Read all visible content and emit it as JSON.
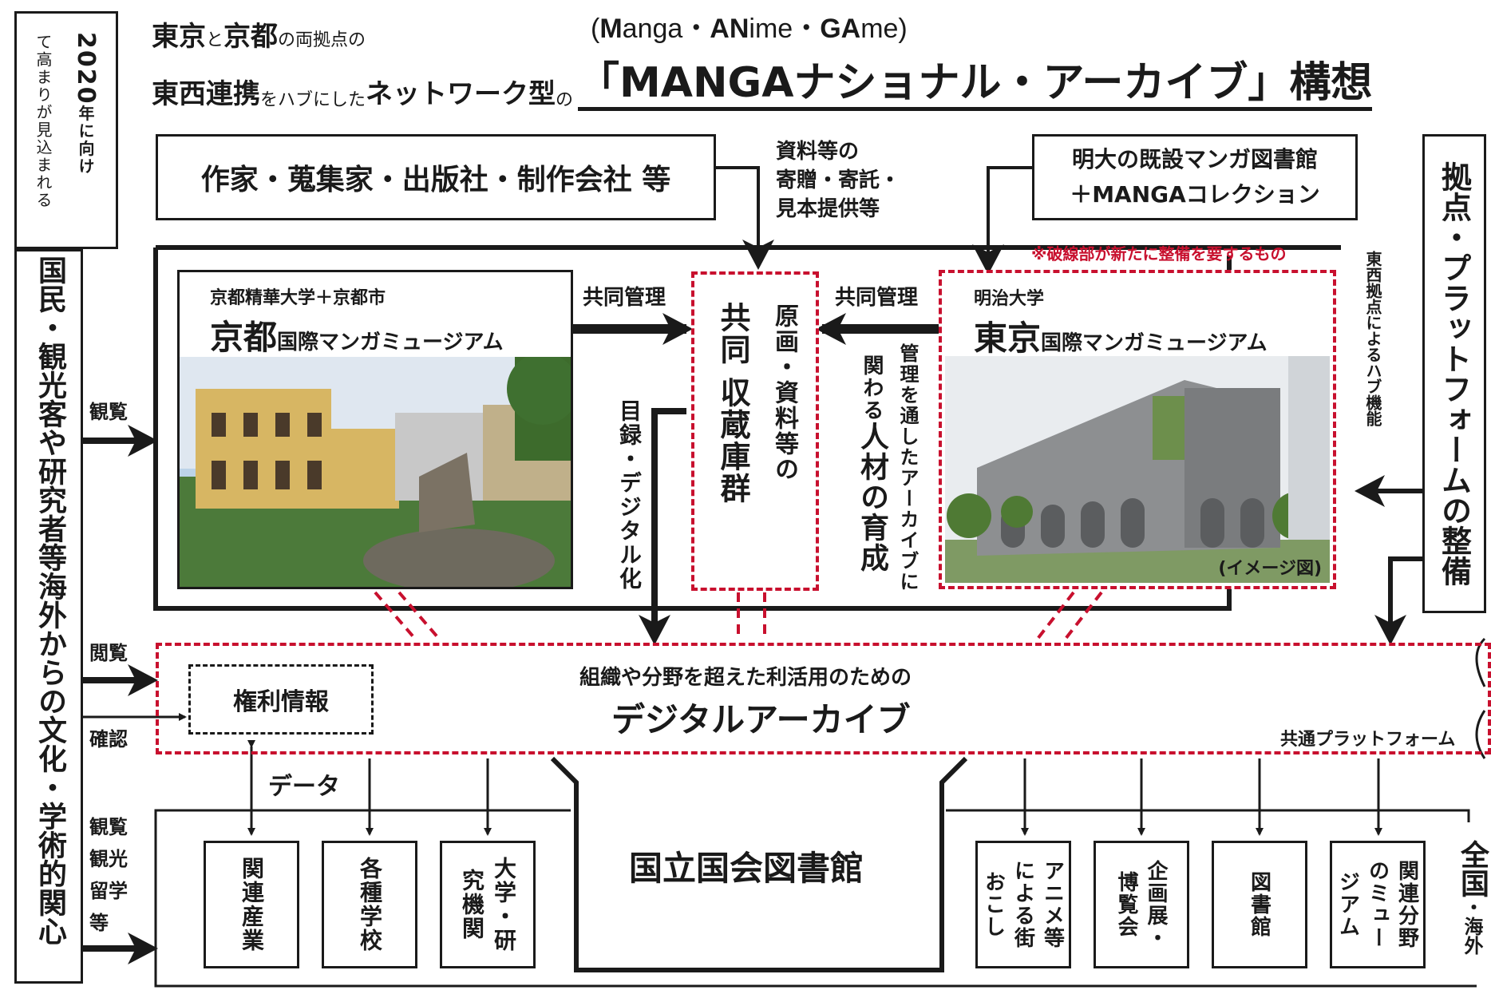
{
  "header": {
    "line1_a": "東京",
    "line1_to": "と",
    "line1_b": "京都",
    "line1_c": "の両拠点の",
    "subtitle_parts": [
      "(",
      "M",
      "anga・",
      "AN",
      "ime・",
      "GA",
      "me)"
    ],
    "line2_a": "東西連携",
    "line2_b": "をハブにした",
    "line2_c": "ネットワーク型",
    "line2_d": "の",
    "main_title": "「MANGAナショナル・アーカイブ」構想"
  },
  "left_column": {
    "top_text_1": "2020",
    "top_text_2": "年に向け",
    "top_text_3": "て高まりが見込まれる",
    "main_text": "国民・観光客や研究者等海外からの文化・学術的関心",
    "label_viewing1": "観覧",
    "label_browse": "閲覧",
    "label_confirm": "確認",
    "label_viewing2": "観覧",
    "label_tourism": "観光",
    "label_study": "留学",
    "label_etc": "等"
  },
  "top_boxes": {
    "creators": "作家・蒐集家・出版社・制作会社 等",
    "donation_note": [
      "資料等の",
      "寄贈・寄託・",
      "見本提供等"
    ],
    "meiji_library_1": "明大の既設マンガ図書館",
    "meiji_library_2": "＋MANGAコレクション",
    "red_note": "※破線部が新たに整備を要するもの"
  },
  "kyoto": {
    "org": "京都精華大学＋京都市",
    "city": "京都",
    "museum": "国際マンガミュージアム"
  },
  "tokyo": {
    "org": "明治大学",
    "city": "東京",
    "museum": "国際マンガミュージアム",
    "image_label": "(イメージ図)"
  },
  "center": {
    "joint_manage_left": "共同管理",
    "joint_manage_right": "共同管理",
    "storage_1": "共同",
    "storage_2": "収蔵庫群",
    "storage_sub": "原画・資料等の",
    "catalog": "目録・デジタル化",
    "training_1": "管理を通したアーカイブに",
    "training_2": "関わる",
    "training_3": "人材の育成"
  },
  "right_column": {
    "hub": "東西拠点によるハブ機能",
    "platform": "拠点・プラットフォームの整備"
  },
  "digital_archive": {
    "sub": "組織や分野を超えた利活用のための",
    "title": "デジタルアーカイブ",
    "rights": "権利情報",
    "common_platform": "共通プラットフォーム",
    "data_label": "データ"
  },
  "bottom": {
    "ndl": "国立国会図書館",
    "boxes_left": [
      "関連産業",
      "各種学校",
      "大学・研究機関"
    ],
    "boxes_right": [
      "アニメ等による街おこし",
      "企画展・博覧会",
      "図書館",
      "関連分野のミュージアム"
    ],
    "nationwide_1": "全国",
    "nationwide_2": "・海外"
  },
  "colors": {
    "ink": "#1a1a1a",
    "red": "#c8102e"
  }
}
